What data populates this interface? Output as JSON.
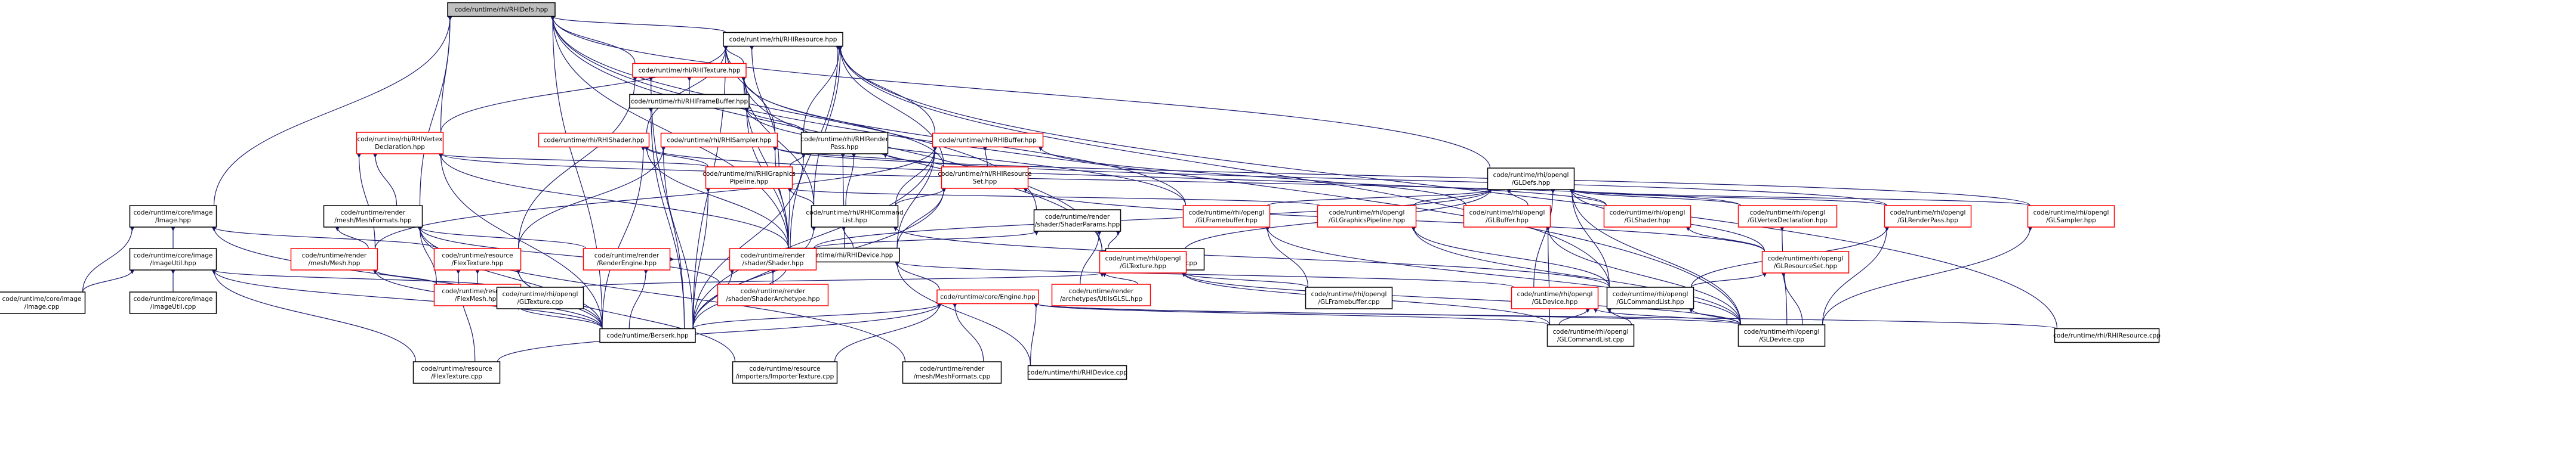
{
  "colors": {
    "root_fill": "#bfbfbf",
    "node_fill": "#ffffff",
    "black_border": "#000000",
    "red_border": "#ff0000",
    "edge": "#191970",
    "text": "#000000"
  },
  "nodes": [
    {
      "id": "rhidefs",
      "lines": [
        "code/runtime/rhi/RHIDefs.hpp"
      ],
      "border": "black",
      "root": true
    },
    {
      "id": "rhiresource",
      "lines": [
        "code/runtime/rhi/RHIResource.hpp"
      ],
      "border": "black"
    },
    {
      "id": "rhitexture",
      "lines": [
        "code/runtime/rhi/RHITexture.hpp"
      ],
      "border": "red"
    },
    {
      "id": "rhiframebuffer",
      "lines": [
        "code/runtime/rhi/RHIFrameBuffer.hpp"
      ],
      "border": "black"
    },
    {
      "id": "rhivertexdecl",
      "lines": [
        "code/runtime/rhi/RHIVertex",
        "Declaration.hpp"
      ],
      "border": "red"
    },
    {
      "id": "rhishader",
      "lines": [
        "code/runtime/rhi/RHIShader.hpp"
      ],
      "border": "red"
    },
    {
      "id": "rhisampler",
      "lines": [
        "code/runtime/rhi/RHISampler.hpp"
      ],
      "border": "red"
    },
    {
      "id": "rhirenderpass",
      "lines": [
        "code/runtime/rhi/RHIRender",
        "Pass.hpp"
      ],
      "border": "black"
    },
    {
      "id": "rhibuffer",
      "lines": [
        "code/runtime/rhi/RHIBuffer.hpp"
      ],
      "border": "red"
    },
    {
      "id": "rhigraphicspipeline",
      "lines": [
        "code/runtime/rhi/RHIGraphics",
        "Pipeline.hpp"
      ],
      "border": "red"
    },
    {
      "id": "rhiresourceset",
      "lines": [
        "code/runtime/rhi/RHIResource",
        "Set.hpp"
      ],
      "border": "red"
    },
    {
      "id": "rhicommandlist",
      "lines": [
        "code/runtime/rhi/RHICommand",
        "List.hpp"
      ],
      "border": "black"
    },
    {
      "id": "rhidevice",
      "lines": [
        "code/runtime/rhi/RHIDevice.hpp"
      ],
      "border": "black"
    },
    {
      "id": "coreimage",
      "lines": [
        "code/runtime/core/image",
        "/Image.hpp"
      ],
      "border": "black"
    },
    {
      "id": "imageutilhpp",
      "lines": [
        "code/runtime/core/image",
        "/ImageUtil.hpp"
      ],
      "border": "black"
    },
    {
      "id": "imagecpp",
      "lines": [
        "code/runtime/core/image",
        "/Image.cpp"
      ],
      "border": "black"
    },
    {
      "id": "imageutilcpp",
      "lines": [
        "code/runtime/core/image",
        "/ImageUtil.cpp"
      ],
      "border": "black"
    },
    {
      "id": "meshformats",
      "lines": [
        "code/runtime/render",
        "/mesh/MeshFormats.hpp"
      ],
      "border": "black"
    },
    {
      "id": "renderMeshhpp",
      "lines": [
        "code/runtime/render",
        "/mesh/Mesh.hpp"
      ],
      "border": "red"
    },
    {
      "id": "resflextexture",
      "lines": [
        "code/runtime/resource",
        "/FlexTexture.hpp"
      ],
      "border": "red"
    },
    {
      "id": "resflexmesh",
      "lines": [
        "code/runtime/resource",
        "/FlexMesh.hpp"
      ],
      "border": "red"
    },
    {
      "id": "renderengine",
      "lines": [
        "code/runtime/render",
        "/RenderEngine.hpp"
      ],
      "border": "red"
    },
    {
      "id": "rendershader",
      "lines": [
        "code/runtime/render",
        "/shader/Shader.hpp"
      ],
      "border": "red"
    },
    {
      "id": "shaderarchetype",
      "lines": [
        "code/runtime/render",
        "/shader/ShaderArchetype.hpp"
      ],
      "border": "red"
    },
    {
      "id": "shaderparams",
      "lines": [
        "code/runtime/render",
        "/shader/ShaderParams.hpp"
      ],
      "border": "black"
    },
    {
      "id": "shaderparamscpp",
      "lines": [
        "code/runtime/render",
        "/shader/ShaderParams.cpp"
      ],
      "border": "black"
    },
    {
      "id": "utilsglsl",
      "lines": [
        "code/runtime/render",
        "/archetypes/UtilsGLSL.hpp"
      ],
      "border": "red"
    },
    {
      "id": "coreengine",
      "lines": [
        "code/runtime/core/Engine.hpp"
      ],
      "border": "red"
    },
    {
      "id": "berserk",
      "lines": [
        "code/runtime/Berserk.hpp"
      ],
      "border": "black"
    },
    {
      "id": "flextexturecpp",
      "lines": [
        "code/runtime/resource",
        "/FlexTexture.cpp"
      ],
      "border": "black"
    },
    {
      "id": "importertexture",
      "lines": [
        "code/runtime/resource",
        "/importers/ImporterTexture.cpp"
      ],
      "border": "black"
    },
    {
      "id": "meshformatscpp",
      "lines": [
        "code/runtime/render",
        "/mesh/MeshFormats.cpp"
      ],
      "border": "black"
    },
    {
      "id": "rhidevicecpp",
      "lines": [
        "code/runtime/rhi/RHIDevice.cpp"
      ],
      "border": "black"
    },
    {
      "id": "gldefs",
      "lines": [
        "code/runtime/rhi/opengl",
        "/GLDefs.hpp"
      ],
      "border": "black"
    },
    {
      "id": "glframebuffer",
      "lines": [
        "code/runtime/rhi/opengl",
        "/GLFramebuffer.hpp"
      ],
      "border": "red"
    },
    {
      "id": "glgraphicspipeline",
      "lines": [
        "code/runtime/rhi/opengl",
        "/GLGraphicsPipeline.hpp"
      ],
      "border": "red"
    },
    {
      "id": "glbuffer",
      "lines": [
        "code/runtime/rhi/opengl",
        "/GLBuffer.hpp"
      ],
      "border": "red"
    },
    {
      "id": "glshader",
      "lines": [
        "code/runtime/rhi/opengl",
        "/GLShader.hpp"
      ],
      "border": "red"
    },
    {
      "id": "glvertexdecl",
      "lines": [
        "code/runtime/rhi/opengl",
        "/GLVertexDeclaration.hpp"
      ],
      "border": "red"
    },
    {
      "id": "glrenderpass",
      "lines": [
        "code/runtime/rhi/opengl",
        "/GLRenderPass.hpp"
      ],
      "border": "red"
    },
    {
      "id": "glsampler",
      "lines": [
        "code/runtime/rhi/opengl",
        "/GLSampler.hpp"
      ],
      "border": "red"
    },
    {
      "id": "gltexture",
      "lines": [
        "code/runtime/rhi/opengl",
        "/GLTexture.hpp"
      ],
      "border": "red"
    },
    {
      "id": "glresourceset",
      "lines": [
        "code/runtime/rhi/opengl",
        "/GLResourceSet.hpp"
      ],
      "border": "red"
    },
    {
      "id": "gldevicehpp",
      "lines": [
        "code/runtime/rhi/opengl",
        "/GLDevice.hpp"
      ],
      "border": "red"
    },
    {
      "id": "glcommandlisthpp",
      "lines": [
        "code/runtime/rhi/opengl",
        "/GLCommandList.hpp"
      ],
      "border": "black"
    },
    {
      "id": "gltexturecpp",
      "lines": [
        "code/runtime/rhi/opengl",
        "/GLTexture.cpp"
      ],
      "border": "black"
    },
    {
      "id": "glframebuffercpp",
      "lines": [
        "code/runtime/rhi/opengl",
        "/GLFramebuffer.cpp"
      ],
      "border": "black"
    },
    {
      "id": "glcommandlistcpp",
      "lines": [
        "code/runtime/rhi/opengl",
        "/GLCommandList.cpp"
      ],
      "border": "black"
    },
    {
      "id": "gldevicecpp",
      "lines": [
        "code/runtime/rhi/opengl",
        "/GLDevice.cpp"
      ],
      "border": "black"
    },
    {
      "id": "rhiresourcecpp",
      "lines": [
        "code/runtime/rhi/RHIResource.cpp"
      ],
      "border": "black"
    }
  ],
  "edges": [
    [
      "rhidefs",
      "rhiresource"
    ],
    [
      "rhidefs",
      "rhivertexdecl"
    ],
    [
      "rhidefs",
      "coreimage"
    ],
    [
      "rhidefs",
      "meshformats"
    ],
    [
      "rhidefs",
      "shaderparams"
    ],
    [
      "rhidefs",
      "gldefs"
    ],
    [
      "rhidefs",
      "rhidevice"
    ],
    [
      "rhidefs",
      "berserk"
    ],
    [
      "rhidefs",
      "gldevicecpp"
    ],
    [
      "rhidefs",
      "rhitexture"
    ],
    [
      "rhidefs",
      "gltexture"
    ],
    [
      "rhiresource",
      "rhitexture"
    ],
    [
      "rhiresource",
      "rhiframebuffer"
    ],
    [
      "rhiresource",
      "rhishader"
    ],
    [
      "rhiresource",
      "rhisampler"
    ],
    [
      "rhiresource",
      "rhirenderpass"
    ],
    [
      "rhiresource",
      "rhibuffer"
    ],
    [
      "rhiresource",
      "rhigraphicspipeline"
    ],
    [
      "rhiresource",
      "rhiresourceset"
    ],
    [
      "rhiresource",
      "rhivertexdecl"
    ],
    [
      "rhiresource",
      "rhicommandlist"
    ],
    [
      "rhiresource",
      "rhidevice"
    ],
    [
      "rhiresource",
      "berserk"
    ],
    [
      "rhiresource",
      "rhiresourcecpp"
    ],
    [
      "rhiresource",
      "glcommandlisthpp"
    ],
    [
      "rhitexture",
      "rhiframebuffer"
    ],
    [
      "rhitexture",
      "rhiresourceset"
    ],
    [
      "rhitexture",
      "rhicommandlist"
    ],
    [
      "rhitexture",
      "rhidevice"
    ],
    [
      "rhitexture",
      "resflextexture"
    ],
    [
      "rhitexture",
      "glframebuffer"
    ],
    [
      "rhitexture",
      "gltexture"
    ],
    [
      "rhitexture",
      "berserk"
    ],
    [
      "rhiframebuffer",
      "rhirenderpass"
    ],
    [
      "rhiframebuffer",
      "rhidevice"
    ],
    [
      "rhiframebuffer",
      "glframebuffer"
    ],
    [
      "rhiframebuffer",
      "berserk"
    ],
    [
      "rhivertexdecl",
      "rhigraphicspipeline"
    ],
    [
      "rhivertexdecl",
      "meshformats"
    ],
    [
      "rhivertexdecl",
      "rhidevice"
    ],
    [
      "rhivertexdecl",
      "renderMeshhpp"
    ],
    [
      "rhivertexdecl",
      "glvertexdecl"
    ],
    [
      "rhivertexdecl",
      "berserk"
    ],
    [
      "rhishader",
      "rhigraphicspipeline"
    ],
    [
      "rhishader",
      "rhidevice"
    ],
    [
      "rhishader",
      "glshader"
    ],
    [
      "rhishader",
      "berserk"
    ],
    [
      "rhisampler",
      "rhiresourceset"
    ],
    [
      "rhisampler",
      "rhidevice"
    ],
    [
      "rhisampler",
      "glsampler"
    ],
    [
      "rhisampler",
      "resflextexture"
    ],
    [
      "rhisampler",
      "berserk"
    ],
    [
      "rhirenderpass",
      "rhigraphicspipeline"
    ],
    [
      "rhirenderpass",
      "rhicommandlist"
    ],
    [
      "rhirenderpass",
      "rhidevice"
    ],
    [
      "rhirenderpass",
      "glrenderpass"
    ],
    [
      "rhirenderpass",
      "berserk"
    ],
    [
      "rhibuffer",
      "rhiresourceset"
    ],
    [
      "rhibuffer",
      "rhicommandlist"
    ],
    [
      "rhibuffer",
      "rhidevice"
    ],
    [
      "rhibuffer",
      "glbuffer"
    ],
    [
      "rhibuffer",
      "renderMeshhpp"
    ],
    [
      "rhibuffer",
      "berserk"
    ],
    [
      "rhigraphicspipeline",
      "rhicommandlist"
    ],
    [
      "rhigraphicspipeline",
      "rhidevice"
    ],
    [
      "rhigraphicspipeline",
      "glgraphicspipeline"
    ],
    [
      "rhigraphicspipeline",
      "berserk"
    ],
    [
      "rhiresourceset",
      "rhicommandlist"
    ],
    [
      "rhiresourceset",
      "rhidevice"
    ],
    [
      "rhiresourceset",
      "glresourceset"
    ],
    [
      "rhiresourceset",
      "berserk"
    ],
    [
      "rhicommandlist",
      "rhidevice"
    ],
    [
      "rhicommandlist",
      "glcommandlisthpp"
    ],
    [
      "rhicommandlist",
      "berserk"
    ],
    [
      "rhidevice",
      "coreengine"
    ],
    [
      "rhidevice",
      "rhidevicecpp"
    ],
    [
      "rhidevice",
      "gldevicehpp"
    ],
    [
      "rhidevice",
      "berserk"
    ],
    [
      "rhidevice",
      "rendershader"
    ],
    [
      "coreimage",
      "imageutilhpp"
    ],
    [
      "coreimage",
      "imagecpp"
    ],
    [
      "coreimage",
      "resflextexture"
    ],
    [
      "coreimage",
      "berserk"
    ],
    [
      "imageutilhpp",
      "imagecpp"
    ],
    [
      "imageutilhpp",
      "imageutilcpp"
    ],
    [
      "imageutilhpp",
      "gltexturecpp"
    ],
    [
      "imageutilhpp",
      "berserk"
    ],
    [
      "imageutilhpp",
      "flextexturecpp"
    ],
    [
      "meshformats",
      "renderMeshhpp"
    ],
    [
      "meshformats",
      "resflexmesh"
    ],
    [
      "meshformats",
      "renderengine"
    ],
    [
      "meshformats",
      "meshformatscpp"
    ],
    [
      "meshformats",
      "berserk"
    ],
    [
      "meshformats",
      "shaderarchetype"
    ],
    [
      "renderMeshhpp",
      "resflexmesh"
    ],
    [
      "renderMeshhpp",
      "berserk"
    ],
    [
      "resflextexture",
      "resflexmesh"
    ],
    [
      "resflextexture",
      "flextexturecpp"
    ],
    [
      "resflextexture",
      "importertexture"
    ],
    [
      "resflextexture",
      "berserk"
    ],
    [
      "resflexmesh",
      "berserk"
    ],
    [
      "renderengine",
      "berserk"
    ],
    [
      "rendershader",
      "shaderarchetype"
    ],
    [
      "rendershader",
      "renderengine"
    ],
    [
      "rendershader",
      "berserk"
    ],
    [
      "shaderparams",
      "shaderparamscpp"
    ],
    [
      "shaderparams",
      "rendershader"
    ],
    [
      "shaderparams",
      "utilsglsl"
    ],
    [
      "coreengine",
      "berserk"
    ],
    [
      "coreengine",
      "rhidevicecpp"
    ],
    [
      "coreengine",
      "meshformatscpp"
    ],
    [
      "coreengine",
      "importertexture"
    ],
    [
      "coreengine",
      "flextexturecpp"
    ],
    [
      "coreengine",
      "gldevicecpp"
    ],
    [
      "coreengine",
      "glcommandlistcpp"
    ],
    [
      "coreengine",
      "rhiresourcecpp"
    ],
    [
      "gldefs",
      "glframebuffer"
    ],
    [
      "gldefs",
      "glgraphicspipeline"
    ],
    [
      "gldefs",
      "glbuffer"
    ],
    [
      "gldefs",
      "glshader"
    ],
    [
      "gldefs",
      "glvertexdecl"
    ],
    [
      "gldefs",
      "glrenderpass"
    ],
    [
      "gldefs",
      "glsampler"
    ],
    [
      "gldefs",
      "gltexture"
    ],
    [
      "gldefs",
      "glresourceset"
    ],
    [
      "gldefs",
      "gldevicehpp"
    ],
    [
      "gldefs",
      "glcommandlisthpp"
    ],
    [
      "gldefs",
      "gldevicecpp"
    ],
    [
      "gldefs",
      "rendershader"
    ],
    [
      "glframebuffer",
      "glframebuffercpp"
    ],
    [
      "glframebuffer",
      "gldevicecpp"
    ],
    [
      "glgraphicspipeline",
      "gldevicecpp"
    ],
    [
      "glgraphicspipeline",
      "glcommandlisthpp"
    ],
    [
      "glbuffer",
      "glcommandlistcpp"
    ],
    [
      "glbuffer",
      "gldevicecpp"
    ],
    [
      "glshader",
      "glresourceset"
    ],
    [
      "glvertexdecl",
      "gldevicecpp"
    ],
    [
      "glrenderpass",
      "glcommandlisthpp"
    ],
    [
      "glrenderpass",
      "gldevicecpp"
    ],
    [
      "glsampler",
      "gldevicecpp"
    ],
    [
      "gltexture",
      "gltexturecpp"
    ],
    [
      "gltexture",
      "glframebuffercpp"
    ],
    [
      "gltexture",
      "glcommandlistcpp"
    ],
    [
      "gltexture",
      "gldevicecpp"
    ],
    [
      "gltexture",
      "utilsglsl"
    ],
    [
      "glresourceset",
      "glcommandlisthpp"
    ],
    [
      "glresourceset",
      "gldevicecpp"
    ],
    [
      "gldevicehpp",
      "glcommandlistcpp"
    ],
    [
      "gldevicehpp",
      "gldevicecpp"
    ],
    [
      "glcommandlisthpp",
      "glcommandlistcpp"
    ],
    [
      "glcommandlisthpp",
      "gldevicecpp"
    ]
  ]
}
